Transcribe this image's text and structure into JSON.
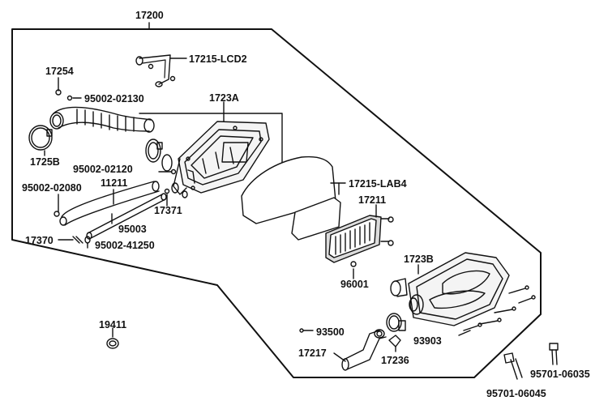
{
  "labels": {
    "l17200": "17200",
    "l17215_lcd2": "17215-LCD2",
    "l17254": "17254",
    "l95002_02130": "95002-02130",
    "l1723a": "1723A",
    "l1725b": "1725B",
    "l95002_02120": "95002-02120",
    "l11211": "11211",
    "l95002_02080": "95002-02080",
    "l17371": "17371",
    "l95003": "95003",
    "l17370": "17370",
    "l95002_41250": "95002-41250",
    "l17215_lab4": "17215-LAB4",
    "l17211": "17211",
    "l96001": "96001",
    "l1723b": "1723B",
    "l19411": "19411",
    "l93500": "93500",
    "l93903": "93903",
    "l17217": "17217",
    "l17236": "17236",
    "l95701_06035": "95701-06035",
    "l95701_06045": "95701-06045"
  },
  "colors": {
    "line": "#111111",
    "housing_fill": "#f4f4f4",
    "filter_fill": "#dcdcdc",
    "background": "#ffffff"
  }
}
